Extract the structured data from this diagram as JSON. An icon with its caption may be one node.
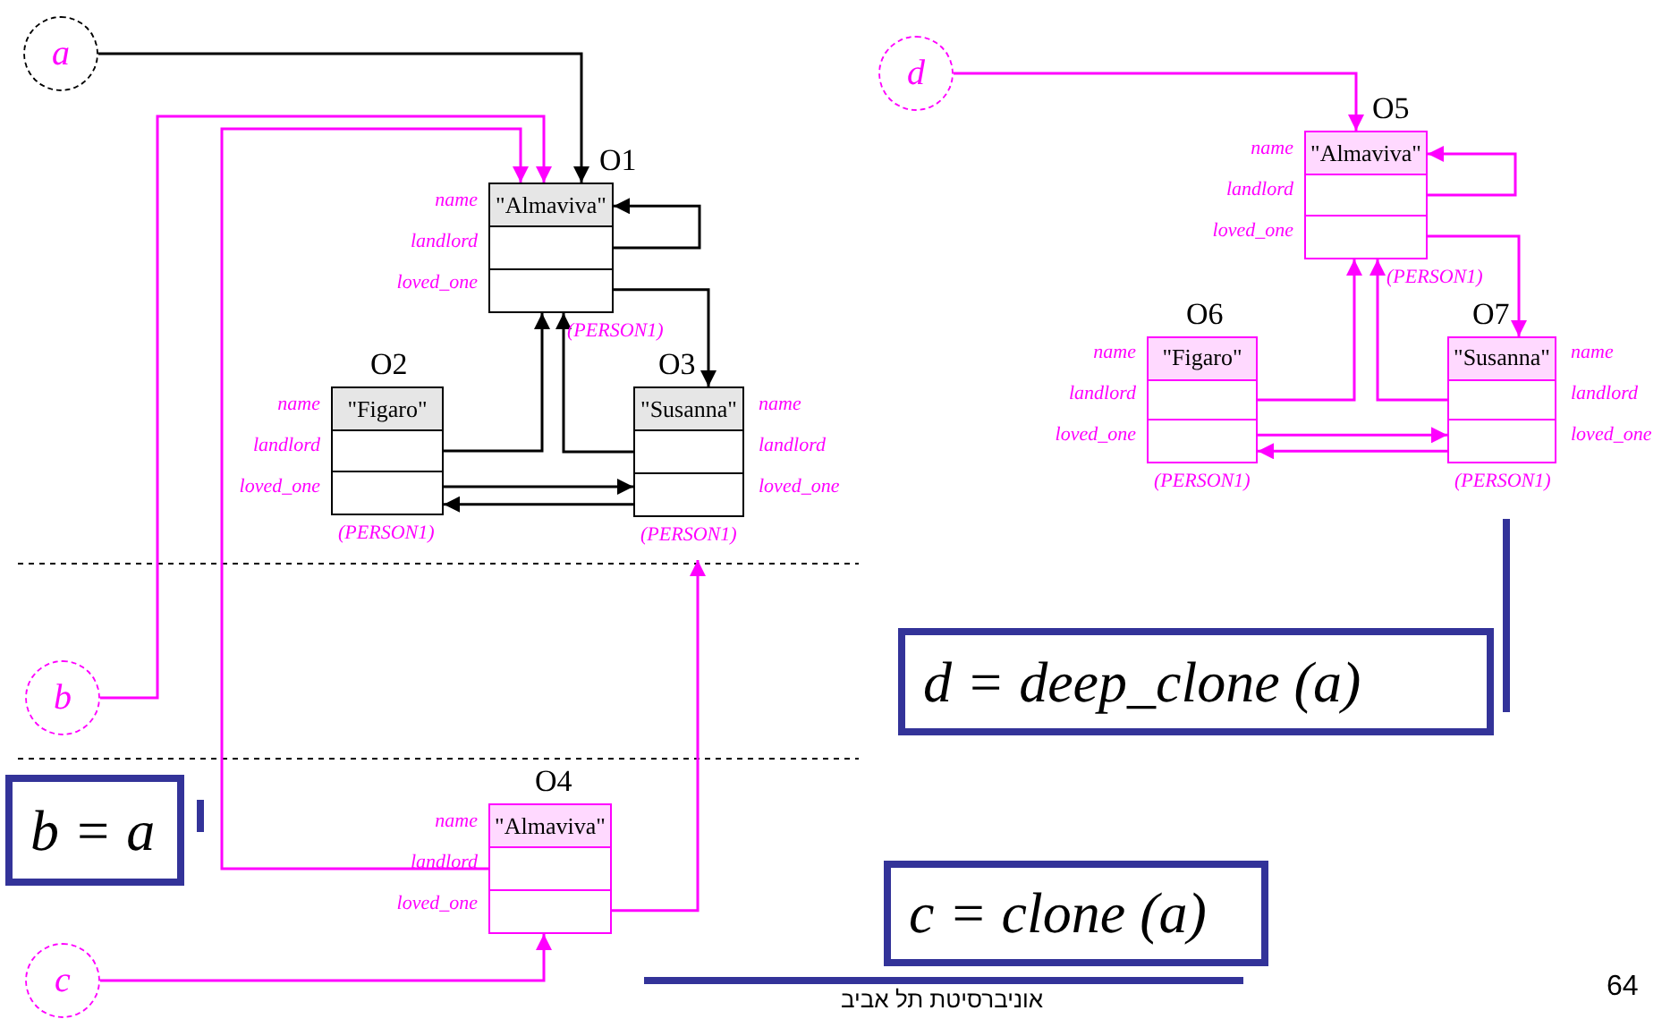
{
  "diagram": {
    "nodes": [
      {
        "text": [
          "a"
        ]
      },
      {
        "text": [
          "O1",
          "\"Almaviva\"",
          "name",
          "landlord",
          "loved_one"
        ],
        "beside": [
          "(PERSON1)"
        ]
      },
      {
        "text": [
          "O2",
          "\"Figaro\"",
          "name",
          "landlord",
          "loved_one"
        ],
        "beside": [
          "(PERSON1)"
        ]
      },
      {
        "text": [
          "O3",
          "\"Susanna\"",
          "name",
          "landlord",
          "loved_one"
        ],
        "beside": [
          "(PERSON1)"
        ]
      },
      {
        "text": [
          "b"
        ]
      },
      {
        "text": [
          "O4",
          "\"Almaviva\"",
          "name",
          "landlord",
          "loved_one"
        ]
      },
      {
        "text": [
          "c"
        ]
      },
      {
        "text": [
          "d"
        ]
      },
      {
        "text": [
          "O5",
          "\"Almaviva\"",
          "name",
          "landlord",
          "loved_one"
        ],
        "beside": [
          "(PERSON1)"
        ]
      },
      {
        "text": [
          "O6",
          "\"Figaro\"",
          "name",
          "landlord",
          "loved_one"
        ],
        "beside": [
          "(PERSON1)"
        ]
      },
      {
        "text": [
          "O7",
          "\"Susanna\"",
          "name",
          "landlord",
          "loved_one"
        ],
        "beside": [
          "(PERSON1)"
        ]
      },
      {
        "text": [
          "b = a"
        ]
      },
      {
        "text": [
          "d = deep_clone (a)"
        ]
      },
      {
        "text": [
          "c = clone (a)"
        ]
      }
    ],
    "edges": [
      {
        "from": 0,
        "to": 1,
        "arrow": "to",
        "color": "#000000"
      },
      {
        "from": 1,
        "to": 1,
        "arrow": "to",
        "color": "#000000"
      },
      {
        "from": 1,
        "to": 3,
        "arrow": "to",
        "color": "#000000"
      },
      {
        "from": 2,
        "to": 1,
        "arrow": "to",
        "color": "#000000"
      },
      {
        "from": 3,
        "to": 1,
        "arrow": "to",
        "color": "#000000"
      },
      {
        "from": 2,
        "to": 3,
        "arrow": "to",
        "color": "#000000"
      },
      {
        "from": 3,
        "to": 2,
        "arrow": "to",
        "color": "#000000"
      },
      {
        "from": 4,
        "to": 1,
        "arrow": "to"
      },
      {
        "from": 5,
        "to": 1,
        "arrow": "to"
      },
      {
        "from": 5,
        "to": 3,
        "arrow": "to"
      },
      {
        "from": 6,
        "to": 5,
        "arrow": "to"
      },
      {
        "from": 7,
        "to": 8,
        "arrow": "to"
      },
      {
        "from": 8,
        "to": 8,
        "arrow": "to"
      },
      {
        "from": 8,
        "to": 10,
        "arrow": "to"
      },
      {
        "from": 9,
        "to": 8,
        "arrow": "to"
      },
      {
        "from": 10,
        "to": 8,
        "arrow": "to"
      },
      {
        "from": 9,
        "to": 10,
        "arrow": "to"
      },
      {
        "from": 10,
        "to": 9,
        "arrow": "to"
      }
    ],
    "labels": [
      "אוניברסיטת תל אביב",
      "64"
    ]
  }
}
